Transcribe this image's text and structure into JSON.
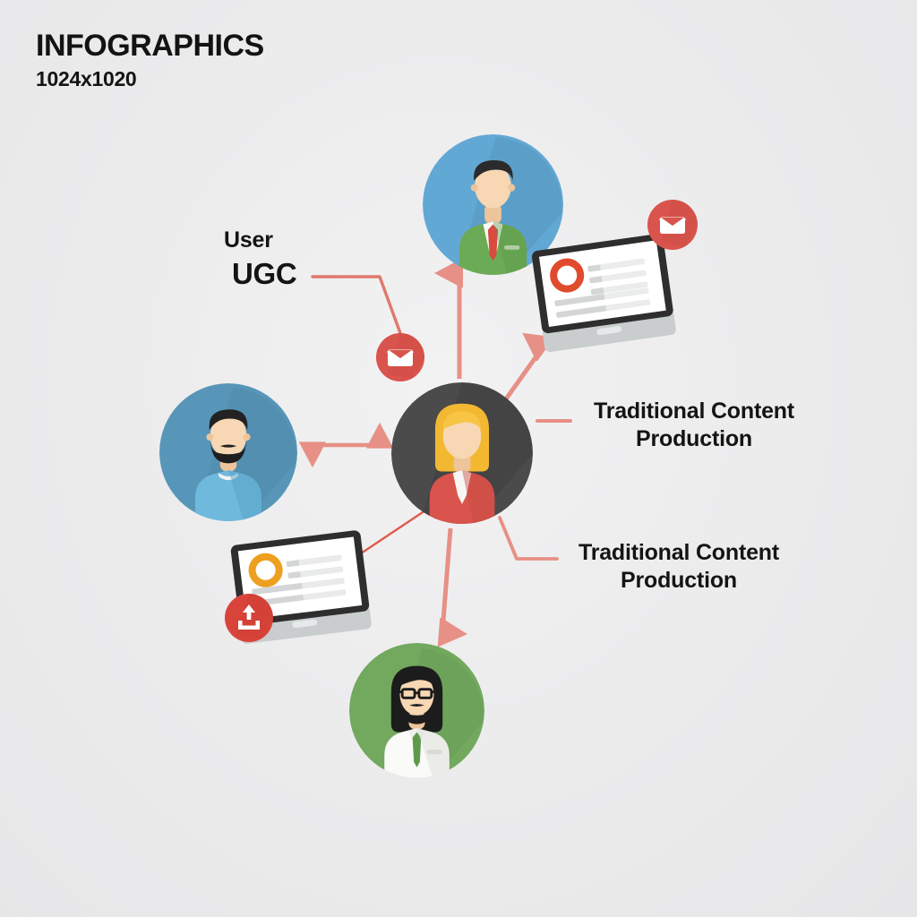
{
  "header": {
    "title": "INFOGRAPHICS",
    "subtitle": "1024x1020"
  },
  "labels": {
    "user": {
      "line1": "User",
      "line2": "UGC"
    },
    "traditional_1": {
      "line1": "Traditional Content",
      "line2": "Production"
    },
    "traditional_2": {
      "line1": "Traditional Content",
      "line2": "Production"
    }
  },
  "nodes": {
    "center": {
      "name": "central-user-avatar",
      "icon": "woman-avatar-icon",
      "circle_color": "#4b4b4b",
      "accent_color": "#d9534f"
    },
    "top": {
      "name": "top-user-avatar",
      "icon": "man-suit-avatar-icon",
      "circle_color": "#62a8d4",
      "accent_color": "#6cab55"
    },
    "left": {
      "name": "left-user-avatar",
      "icon": "bearded-man-avatar-icon",
      "circle_color": "#5796b8",
      "accent_color": "#79c3e0"
    },
    "bottom": {
      "name": "bottom-user-avatar",
      "icon": "bearded-man-glasses-avatar-icon",
      "circle_color": "#72a95e",
      "accent_color": "#5f9a4c"
    },
    "device_top": {
      "name": "tablet-content-device",
      "icon": "tablet-article-icon",
      "accent_color": "#e04b2e"
    },
    "device_bottom": {
      "name": "tablet-upload-device",
      "icon": "tablet-article-icon",
      "accent_color": "#eda01f"
    }
  },
  "badges": [
    {
      "name": "mail-badge-left",
      "icon": "envelope-icon",
      "color": "#d9544c"
    },
    {
      "name": "mail-badge-right",
      "icon": "envelope-icon",
      "color": "#d9544c"
    },
    {
      "name": "upload-badge",
      "icon": "upload-tray-icon",
      "color": "#d9443a"
    }
  ],
  "connectors": {
    "color": "#e79086",
    "thin_color": "#e0564a",
    "items": [
      {
        "name": "center-to-top-arrow",
        "style": "arrow-up"
      },
      {
        "name": "center-to-bottom-arrow",
        "style": "arrow-down"
      },
      {
        "name": "center-to-left-arrow",
        "style": "double-arrow-horizontal"
      },
      {
        "name": "center-to-device-top-arrow",
        "style": "arrow-diagonal"
      },
      {
        "name": "center-to-device-bottom-line",
        "style": "thin-line"
      },
      {
        "name": "ugc-leader-line",
        "style": "elbow"
      },
      {
        "name": "traditional-1-leader-dash",
        "style": "dash"
      },
      {
        "name": "traditional-2-leader-elbow",
        "style": "elbow"
      },
      {
        "name": "mail-right-leader-line",
        "style": "line"
      }
    ]
  }
}
